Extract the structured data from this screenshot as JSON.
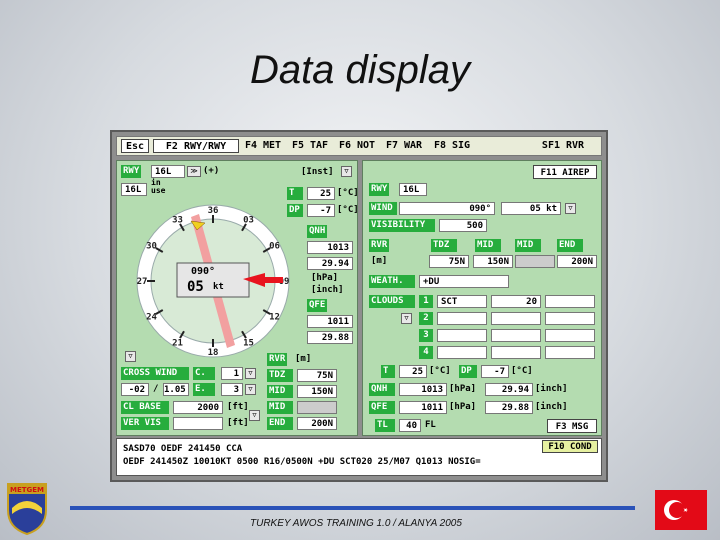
{
  "slide": {
    "title": "Data display",
    "footer": "TURKEY AWOS TRAINING 1.0 / ALANYA 2005",
    "logo_text": "METGEM"
  },
  "toolbar": {
    "buttons": [
      "Esc",
      "F2 RWY/RWY",
      "F4 MET",
      "F5 TAF",
      "F6 NOT",
      "F7 WAR",
      "F8 SIG",
      "SF1 RVR"
    ]
  },
  "left": {
    "rwy_label": "RWY",
    "rwy_value": "16L",
    "rwy_marker": "≫",
    "rwy_plus": "(+)",
    "inst": "[Inst]",
    "rwy_in_use": "16L",
    "in_use_label": "in\nuse",
    "compass_labels": [
      "36",
      "03",
      "06",
      "09",
      "12",
      "15",
      "18",
      "21",
      "24",
      "27",
      "30",
      "33"
    ],
    "wind_dir": "090°",
    "wind_speed": "05",
    "wind_unit": "kt",
    "t_label": "T",
    "t_value": "25",
    "t_unit": "[°C]",
    "dp_label": "DP",
    "dp_value": "-7",
    "dp_unit": "[°C]",
    "qnh_label": "QNH",
    "qnh_hpa": "1013",
    "qnh_inch": "29.94",
    "qnh_unit_hpa": "[hPa]",
    "qnh_unit_inch": "[inch]",
    "qfe_label": "QFE",
    "qfe_hpa": "1011",
    "qfe_inch": "29.88",
    "cross_wind_label": "CROSS WIND",
    "cross_wind_value": "-02",
    "tail_wind_value": "1.05",
    "c_label": "C.",
    "c_value": "1",
    "e_label": "E.",
    "e_value": "3",
    "rvr_label": "RVR",
    "rvr_unit": "[m]",
    "tdz_label": "TDZ",
    "tdz_value": "75N",
    "mid_label": "MID",
    "mid_value": "150N",
    "mid2_label": "MID",
    "end_label": "END",
    "end_value": "200N",
    "cl_base_label": "CL BASE",
    "cl_base_value": "2000",
    "ver_vis_label": "VER VIS",
    "ft_unit": "[ft]"
  },
  "right": {
    "airep": "F11 AIREP",
    "rwy_label": "RWY",
    "rwy_value": "16L",
    "wind_label": "WIND",
    "wind_dir": "090°",
    "wind_speed": "05 kt",
    "visibility_label": "VISIBILITY",
    "visibility_value": "500",
    "rvr_label": "RVR",
    "rvr_unit": "[m]",
    "tdz_label": "TDZ",
    "tdz_value": "75N",
    "mid_label": "MID",
    "mid_value": "150N",
    "mid2_label": "MID",
    "end_label": "END",
    "end_value": "200N",
    "weath_label": "WEATH.",
    "weath_value": "+DU",
    "clouds_label": "CLOUDS",
    "cloud_rows": [
      {
        "n": "1",
        "type": "SCT",
        "height": "20"
      },
      {
        "n": "2",
        "type": "",
        "height": ""
      },
      {
        "n": "3",
        "type": "",
        "height": ""
      },
      {
        "n": "4",
        "type": "",
        "height": ""
      }
    ],
    "t_label": "T",
    "t_value": "25",
    "t_unit": "[°C]",
    "dp_label": "DP",
    "dp_value": "-7",
    "dp_unit": "[°C]",
    "qnh_label": "QNH",
    "qnh_hpa": "1013",
    "qnh_inch": "29.94",
    "qfe_label": "QFE",
    "qfe_hpa": "1011",
    "qfe_inch": "29.88",
    "unit_hpa": "[hPa]",
    "unit_inch": "[inch]",
    "tl_label": "TL",
    "tl_value": "40",
    "tl_unit": "FL",
    "msg_button": "F3 MSG",
    "cond_button": "F10 COND"
  },
  "metar": {
    "line1": "SASD70 OEDF 241450 CCA",
    "line2": "OEDF 241450Z 10010KT 0500 R16/0500N +DU SCT020 25/M07 Q1013 NOSIG="
  },
  "colors": {
    "panel": "#b4dcb0",
    "label": "#27ad3d",
    "wind_arrow": "#e8141e",
    "runway": "#f2a0a0"
  }
}
